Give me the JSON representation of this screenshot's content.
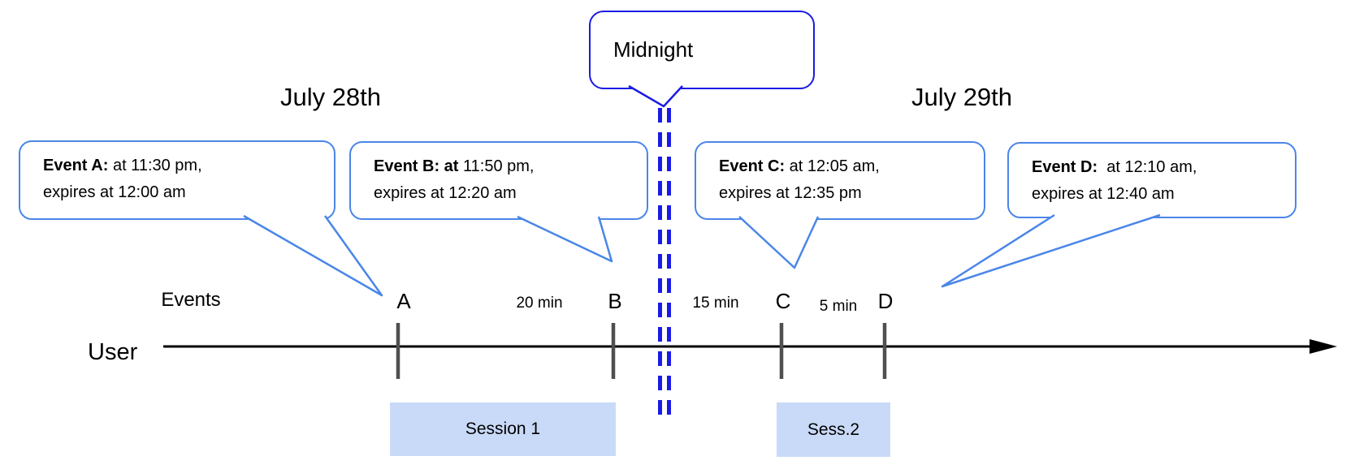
{
  "dates": {
    "left": "July 28th",
    "right": "July 29th"
  },
  "midnight_callout": {
    "label": "Midnight"
  },
  "event_callouts": [
    {
      "tick": "A",
      "bold": "Event A:",
      "rest": " at 11:30 pm,",
      "line2": "expires at 12:00 am"
    },
    {
      "tick": "B",
      "bold": "Event B: at",
      "rest": " 11:50 pm,",
      "line2": "expires at 12:20 am"
    },
    {
      "tick": "C",
      "bold": "Event C:",
      "rest": " at 12:05 am,",
      "line2": "expires at 12:35 pm"
    },
    {
      "tick": "D",
      "bold": "Event D:",
      "rest": "  at 12:10 am,",
      "line2": "expires at 12:40 am"
    }
  ],
  "timeline": {
    "events_label": "Events",
    "user_label": "User",
    "gaps": [
      {
        "label": "20 min"
      },
      {
        "label": "15 min"
      },
      {
        "label": "5 min"
      }
    ]
  },
  "sessions": [
    {
      "label": "Session 1"
    },
    {
      "label": "Sess.2"
    }
  ],
  "colors": {
    "bubble_border": "#4a86e8",
    "midnight_blue": "#1b1be6",
    "session_fill": "#c9daf8",
    "tick_gray": "#4f4f4f",
    "axis_black": "#000000"
  }
}
